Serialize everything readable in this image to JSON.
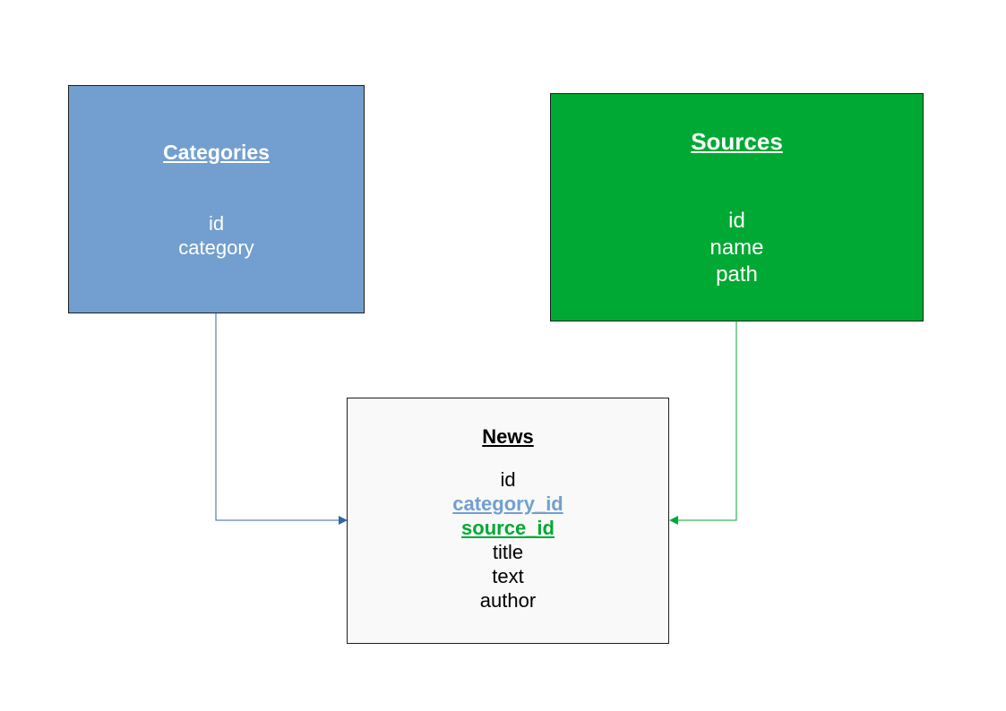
{
  "entities": {
    "categories": {
      "title": "Categories",
      "fields": [
        "id",
        "category"
      ],
      "fill_color": "#729fcf"
    },
    "sources": {
      "title": "Sources",
      "fields": [
        "id",
        "name",
        "path"
      ],
      "fill_color": "#00a933"
    },
    "news": {
      "title": "News",
      "fields": [
        "id",
        "category_id",
        "source_id",
        "title",
        "text",
        "author"
      ],
      "fill_color": "#f9f9f9",
      "foreign_keys": {
        "category_id": "#729fcf",
        "source_id": "#00a933"
      }
    }
  },
  "relations": [
    {
      "from": "Categories",
      "to": "News",
      "color": "#3465a4"
    },
    {
      "from": "Sources",
      "to": "News",
      "color": "#00a933"
    }
  ]
}
